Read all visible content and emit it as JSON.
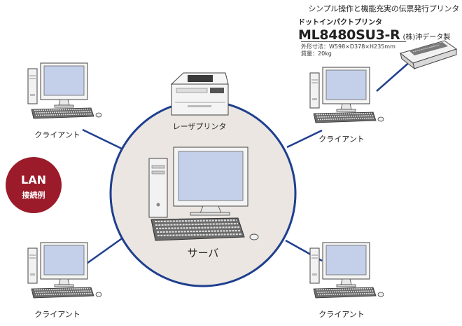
{
  "printer_info": {
    "tagline": "シンプル操作と機能充実の伝票発行プリンタ",
    "type": "ドットインパクトプリンタ",
    "model": "ML8480SU3-R",
    "maker": "(株)沖データ製",
    "dimensions": "外形寸法：W598×D378×H235mm",
    "weight": "質量：20kg"
  },
  "lan_badge": {
    "line1": "LAN",
    "line2": "接続例",
    "color": "#9b1b2a"
  },
  "server": {
    "label": "サーバ"
  },
  "laser_printer": {
    "label": "レーザプリンタ"
  },
  "clients": [
    {
      "label": "クライアント"
    },
    {
      "label": "クライアント"
    },
    {
      "label": "クライアント"
    },
    {
      "label": "クライアント"
    }
  ],
  "colors": {
    "network_line": "#1f3f8f",
    "hub_fill": "#ebe6e1",
    "monitor_screen": "#c4d0ea"
  }
}
